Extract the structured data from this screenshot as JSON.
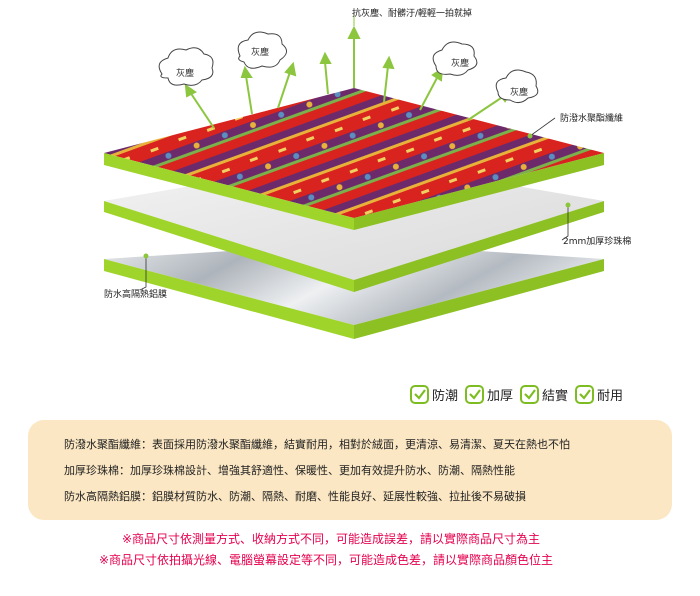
{
  "diagram": {
    "callouts": {
      "top": "抗灰塵、耐髒汙/輕輕一拍就掉",
      "fabric": "防潑水聚酯纖維",
      "foam": "2mm加厚珍珠棉",
      "foil": "防水高隔熱鋁膜"
    },
    "clouds": [
      "灰塵",
      "灰塵",
      "灰塵",
      "灰塵"
    ],
    "colors": {
      "edge_green": "#9fd42a",
      "fabric_red": "#d8231f",
      "fabric_purple": "#6d2a6a",
      "foam_gray": "#e6e6e6",
      "foil_silver": "#c9cdd3",
      "arrow_green": "#8cc63f"
    }
  },
  "features": [
    {
      "label": "防潮",
      "icon": "checkbox-check-icon"
    },
    {
      "label": "加厚",
      "icon": "checkbox-check-icon"
    },
    {
      "label": "結實",
      "icon": "checkbox-check-icon"
    },
    {
      "label": "耐用",
      "icon": "checkbox-check-icon"
    }
  ],
  "info": {
    "line1": "防潑水聚酯纖維：表面採用防潑水聚酯纖維，結實耐用，相對於絨面，更清涼、易清潔、夏天在熱也不怕",
    "line2": "加厚珍珠棉：加厚珍珠棉設計、增強其舒適性、保暖性、更加有效提升防水、防潮、隔熱性能",
    "line3": "防水高隔熱鋁膜：鋁膜材質防水、防潮、隔熱、耐磨、性能良好、延展性較強、拉扯後不易破損",
    "background": "#fbe7c3"
  },
  "notes": {
    "note1": "※商品尺寸依測量方式、收納方式不同，可能造成誤差，請以實際商品尺寸為主",
    "note2": "※商品尺寸依拍攝光線、電腦螢幕設定等不同，可能造成色差，請以實際商品顏色位主",
    "color": "#e5004f"
  }
}
